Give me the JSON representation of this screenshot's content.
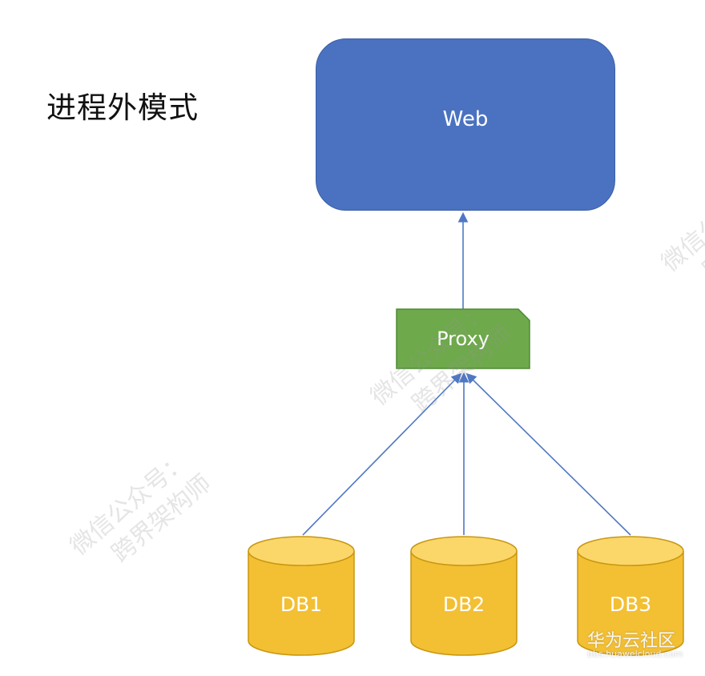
{
  "title": "进程外模式",
  "nodes": {
    "web": "Web",
    "proxy": "Proxy",
    "db1": "DB1",
    "db2": "DB2",
    "db3": "DB3"
  },
  "watermarks": [
    {
      "line1": "微信公众号：",
      "line2": "跨界架构师"
    },
    {
      "line1": "微信公众号：",
      "line2": "跨界架构师"
    },
    {
      "line1": "微信公众号：",
      "line2": "跨界架构师"
    }
  ],
  "footer_watermark": {
    "text": "华为云社区",
    "url": "bbs.huaweicloud.com"
  },
  "colors": {
    "web_fill": "#4a72c1",
    "proxy_fill": "#6ea94b",
    "db_fill": "#f3bf33",
    "db_top": "#fbd76a",
    "db_stroke": "#c9960f",
    "connector": "#4f78c4"
  }
}
